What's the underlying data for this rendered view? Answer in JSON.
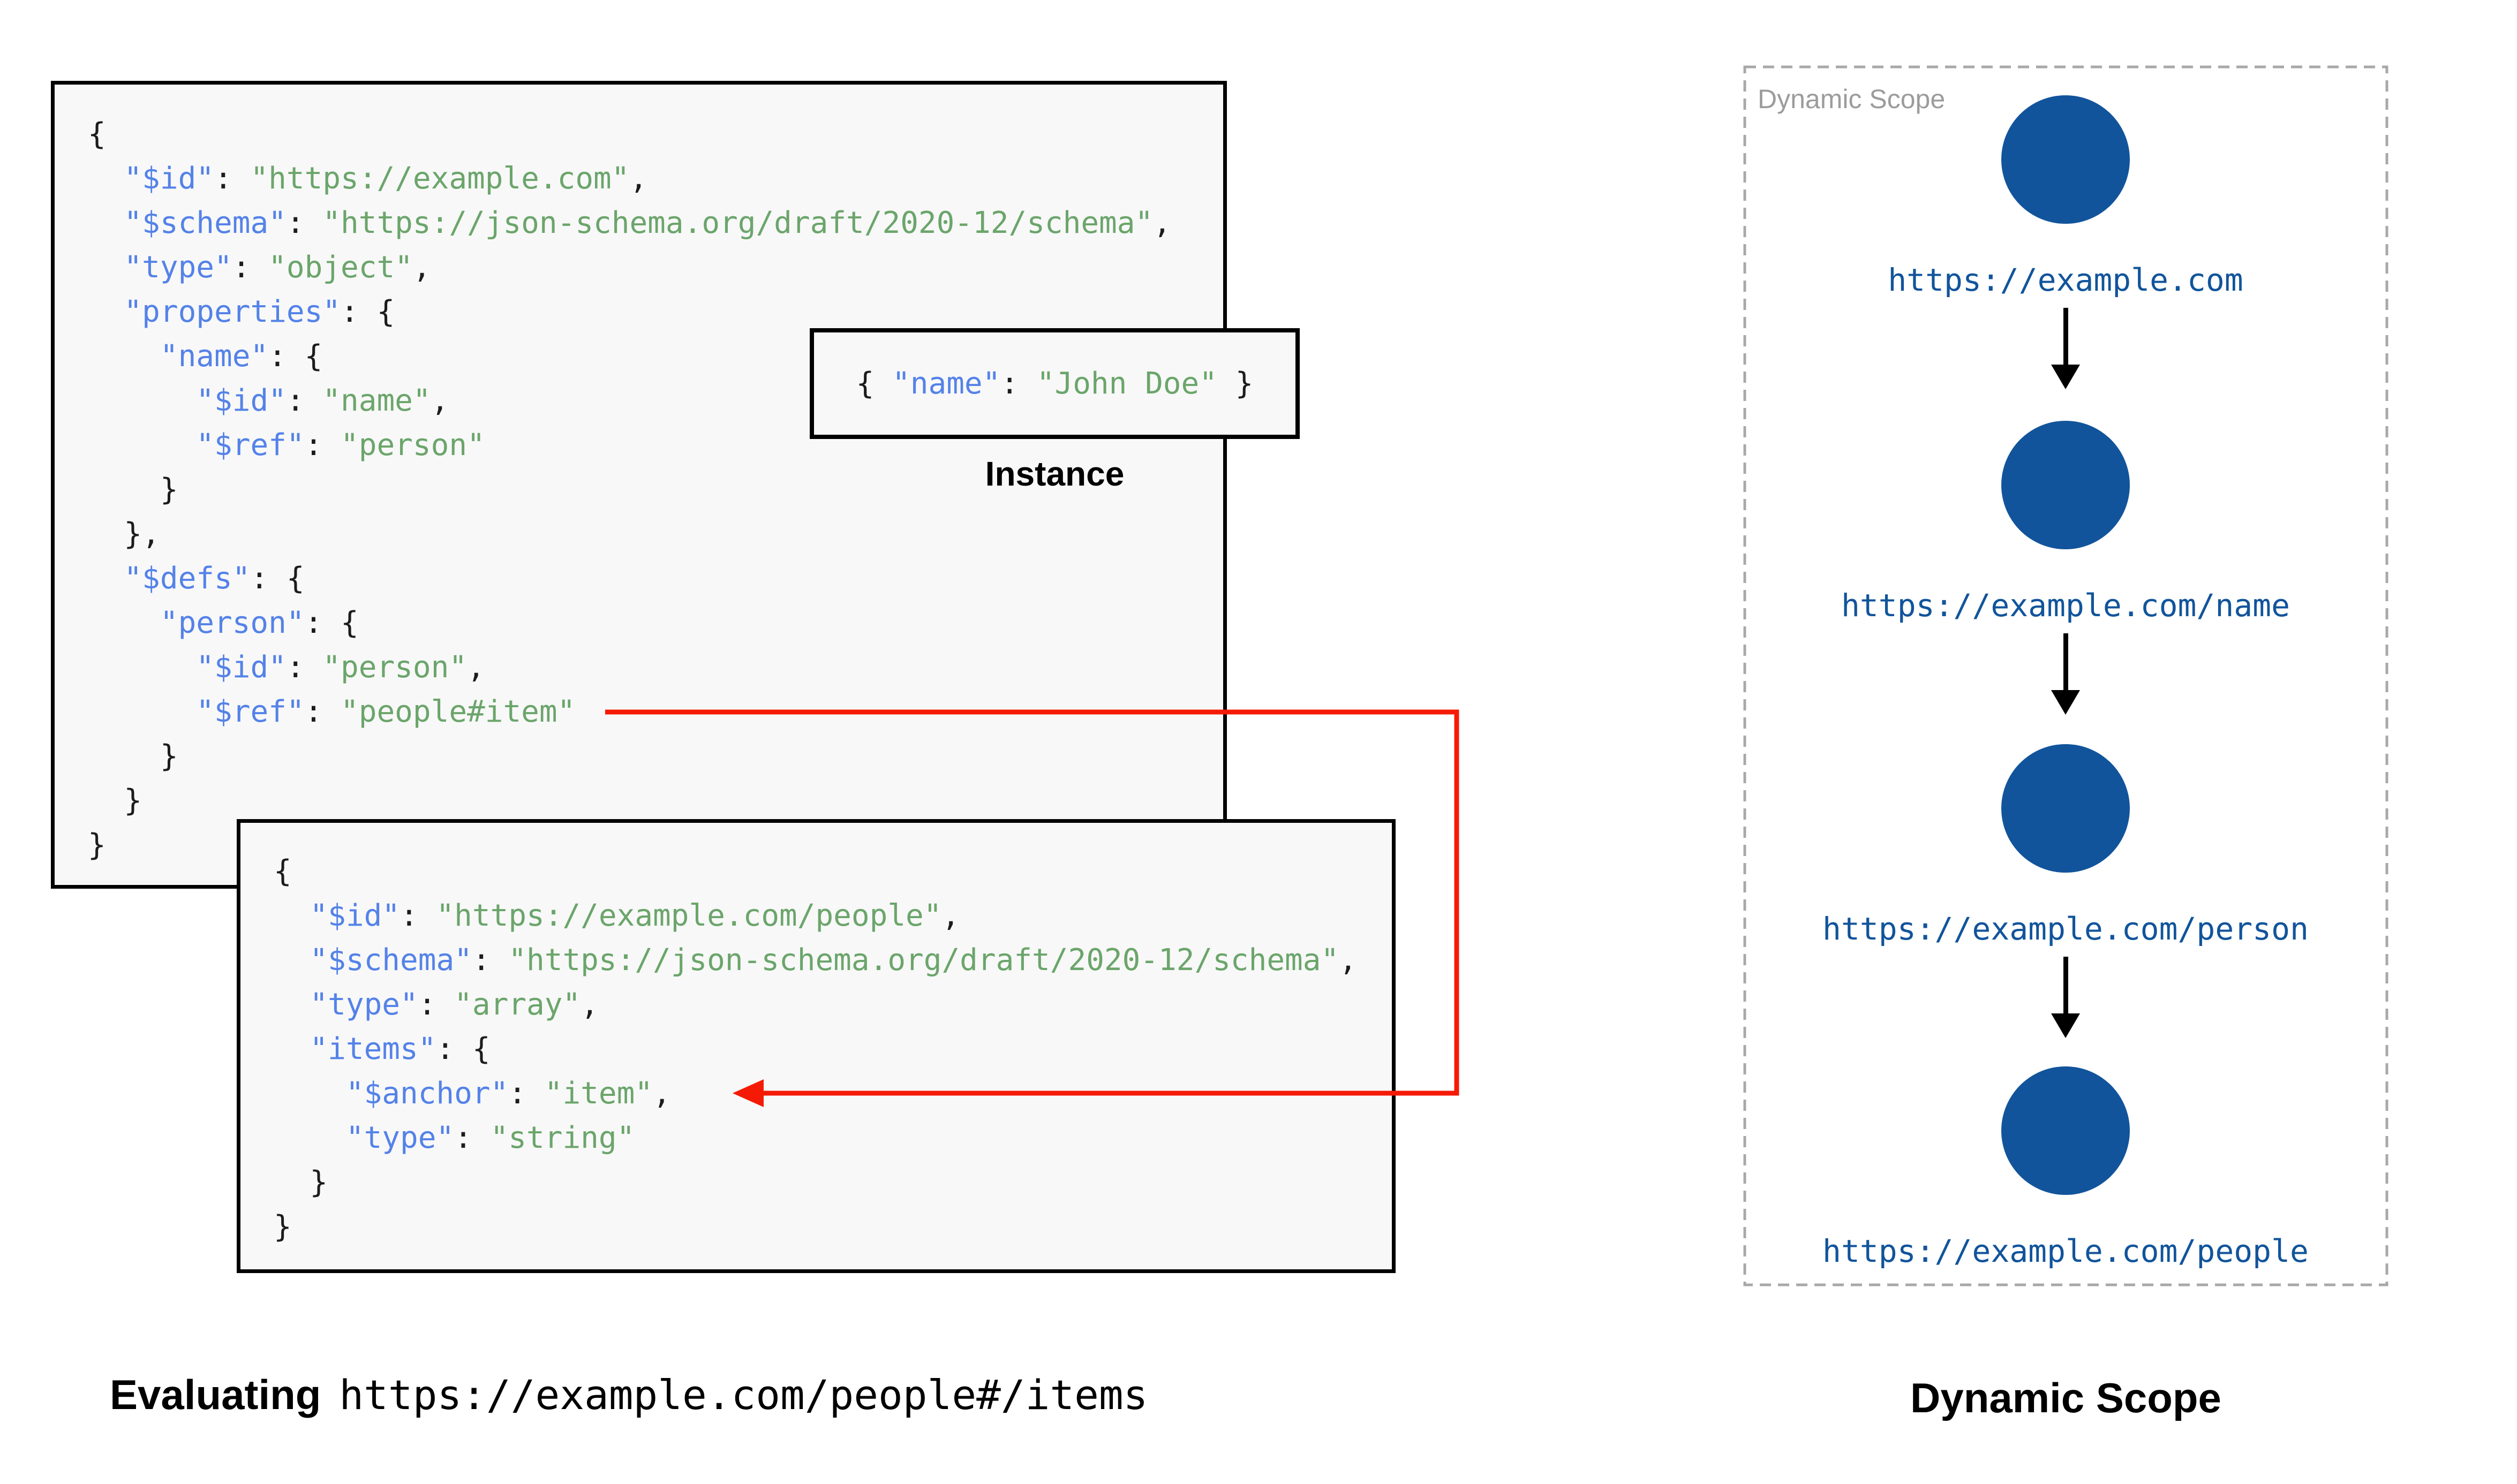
{
  "diagram": {
    "schema1": {
      "lines": [
        [
          [
            "p",
            "{"
          ]
        ],
        [
          [
            "p",
            "  "
          ],
          [
            "k",
            "\"$id\""
          ],
          [
            "p",
            ": "
          ],
          [
            "s",
            "\"https://example.com\""
          ],
          [
            "p",
            ","
          ]
        ],
        [
          [
            "p",
            "  "
          ],
          [
            "k",
            "\"$schema\""
          ],
          [
            "p",
            ": "
          ],
          [
            "s",
            "\"https://json-schema.org/draft/2020-12/schema\""
          ],
          [
            "p",
            ","
          ]
        ],
        [
          [
            "p",
            "  "
          ],
          [
            "k",
            "\"type\""
          ],
          [
            "p",
            ": "
          ],
          [
            "s",
            "\"object\""
          ],
          [
            "p",
            ","
          ]
        ],
        [
          [
            "p",
            "  "
          ],
          [
            "k",
            "\"properties\""
          ],
          [
            "p",
            ": {"
          ]
        ],
        [
          [
            "p",
            "    "
          ],
          [
            "k",
            "\"name\""
          ],
          [
            "p",
            ": {"
          ]
        ],
        [
          [
            "p",
            "      "
          ],
          [
            "k",
            "\"$id\""
          ],
          [
            "p",
            ": "
          ],
          [
            "s",
            "\"name\""
          ],
          [
            "p",
            ","
          ]
        ],
        [
          [
            "p",
            "      "
          ],
          [
            "k",
            "\"$ref\""
          ],
          [
            "p",
            ": "
          ],
          [
            "s",
            "\"person\""
          ]
        ],
        [
          [
            "p",
            "    }"
          ]
        ],
        [
          [
            "p",
            "  },"
          ]
        ],
        [
          [
            "p",
            "  "
          ],
          [
            "k",
            "\"$defs\""
          ],
          [
            "p",
            ": {"
          ]
        ],
        [
          [
            "p",
            "    "
          ],
          [
            "k",
            "\"person\""
          ],
          [
            "p",
            ": {"
          ]
        ],
        [
          [
            "p",
            "      "
          ],
          [
            "k",
            "\"$id\""
          ],
          [
            "p",
            ": "
          ],
          [
            "s",
            "\"person\""
          ],
          [
            "p",
            ","
          ]
        ],
        [
          [
            "p",
            "      "
          ],
          [
            "k",
            "\"$ref\""
          ],
          [
            "p",
            ": "
          ],
          [
            "s",
            "\"people#item\""
          ]
        ],
        [
          [
            "p",
            "    }"
          ]
        ],
        [
          [
            "p",
            "  }"
          ]
        ],
        [
          [
            "p",
            "}"
          ]
        ]
      ]
    },
    "schema2": {
      "lines": [
        [
          [
            "p",
            "{"
          ]
        ],
        [
          [
            "p",
            "  "
          ],
          [
            "k",
            "\"$id\""
          ],
          [
            "p",
            ": "
          ],
          [
            "s",
            "\"https://example.com/people\""
          ],
          [
            "p",
            ","
          ]
        ],
        [
          [
            "p",
            "  "
          ],
          [
            "k",
            "\"$schema\""
          ],
          [
            "p",
            ": "
          ],
          [
            "s",
            "\"https://json-schema.org/draft/2020-12/schema\""
          ],
          [
            "p",
            ","
          ]
        ],
        [
          [
            "p",
            "  "
          ],
          [
            "k",
            "\"type\""
          ],
          [
            "p",
            ": "
          ],
          [
            "s",
            "\"array\""
          ],
          [
            "p",
            ","
          ]
        ],
        [
          [
            "p",
            "  "
          ],
          [
            "k",
            "\"items\""
          ],
          [
            "p",
            ": {"
          ]
        ],
        [
          [
            "p",
            "    "
          ],
          [
            "k",
            "\"$anchor\""
          ],
          [
            "p",
            ": "
          ],
          [
            "s",
            "\"item\""
          ],
          [
            "p",
            ","
          ]
        ],
        [
          [
            "p",
            "    "
          ],
          [
            "k",
            "\"type\""
          ],
          [
            "p",
            ": "
          ],
          [
            "s",
            "\"string\""
          ]
        ],
        [
          [
            "p",
            "  }"
          ]
        ],
        [
          [
            "p",
            "}"
          ]
        ]
      ]
    },
    "instance": {
      "tokens": [
        [
          "p",
          "{ "
        ],
        [
          "k",
          "\"name\""
        ],
        [
          "p",
          ": "
        ],
        [
          "s",
          "\"John Doe\""
        ],
        [
          "p",
          " }"
        ]
      ],
      "label": "Instance"
    },
    "scope": {
      "title": "Dynamic Scope",
      "nodes": [
        {
          "label": "https://example.com"
        },
        {
          "label": "https://example.com/name"
        },
        {
          "label": "https://example.com/person"
        },
        {
          "label": "https://example.com/people"
        }
      ]
    },
    "captions": {
      "evaluating_prefix": "Evaluating",
      "evaluating_uri": "https://example.com/people#/items",
      "scope_caption": "Dynamic Scope"
    },
    "colors": {
      "key": "#5482E8",
      "string": "#6BA56B",
      "punctuation": "#1C1C1C",
      "node_fill": "#11549B",
      "node_label": "#11549B",
      "panel_border": "#A8A8A8",
      "corner_label": "#9C9C9C",
      "arrow_red": "#F51A05",
      "arrow_black": "#000000",
      "box_background": "#F8F8F8",
      "box_border": "#000000"
    }
  }
}
